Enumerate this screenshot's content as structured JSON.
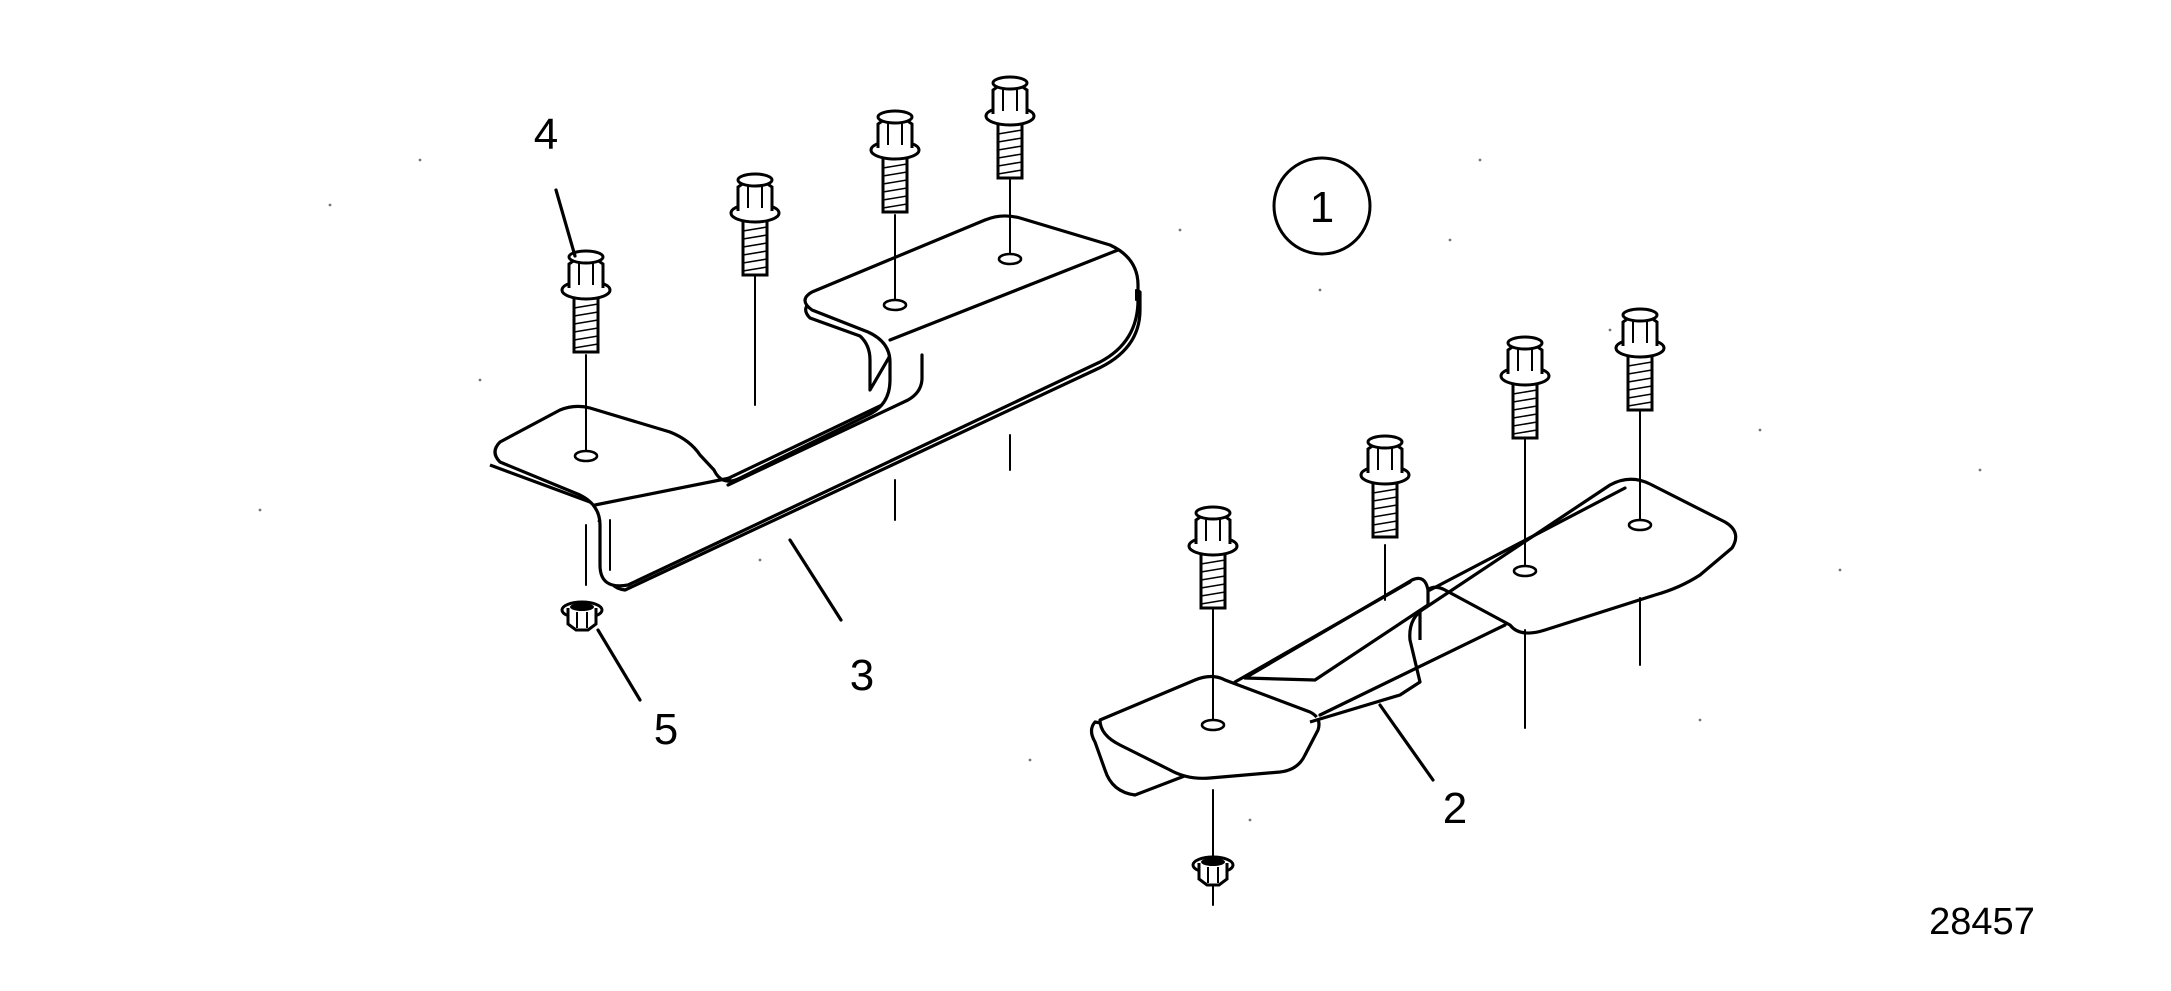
{
  "diagram": {
    "figure_number": "28457",
    "assembly_label": "1",
    "callouts": [
      "2",
      "3",
      "4",
      "5"
    ]
  }
}
